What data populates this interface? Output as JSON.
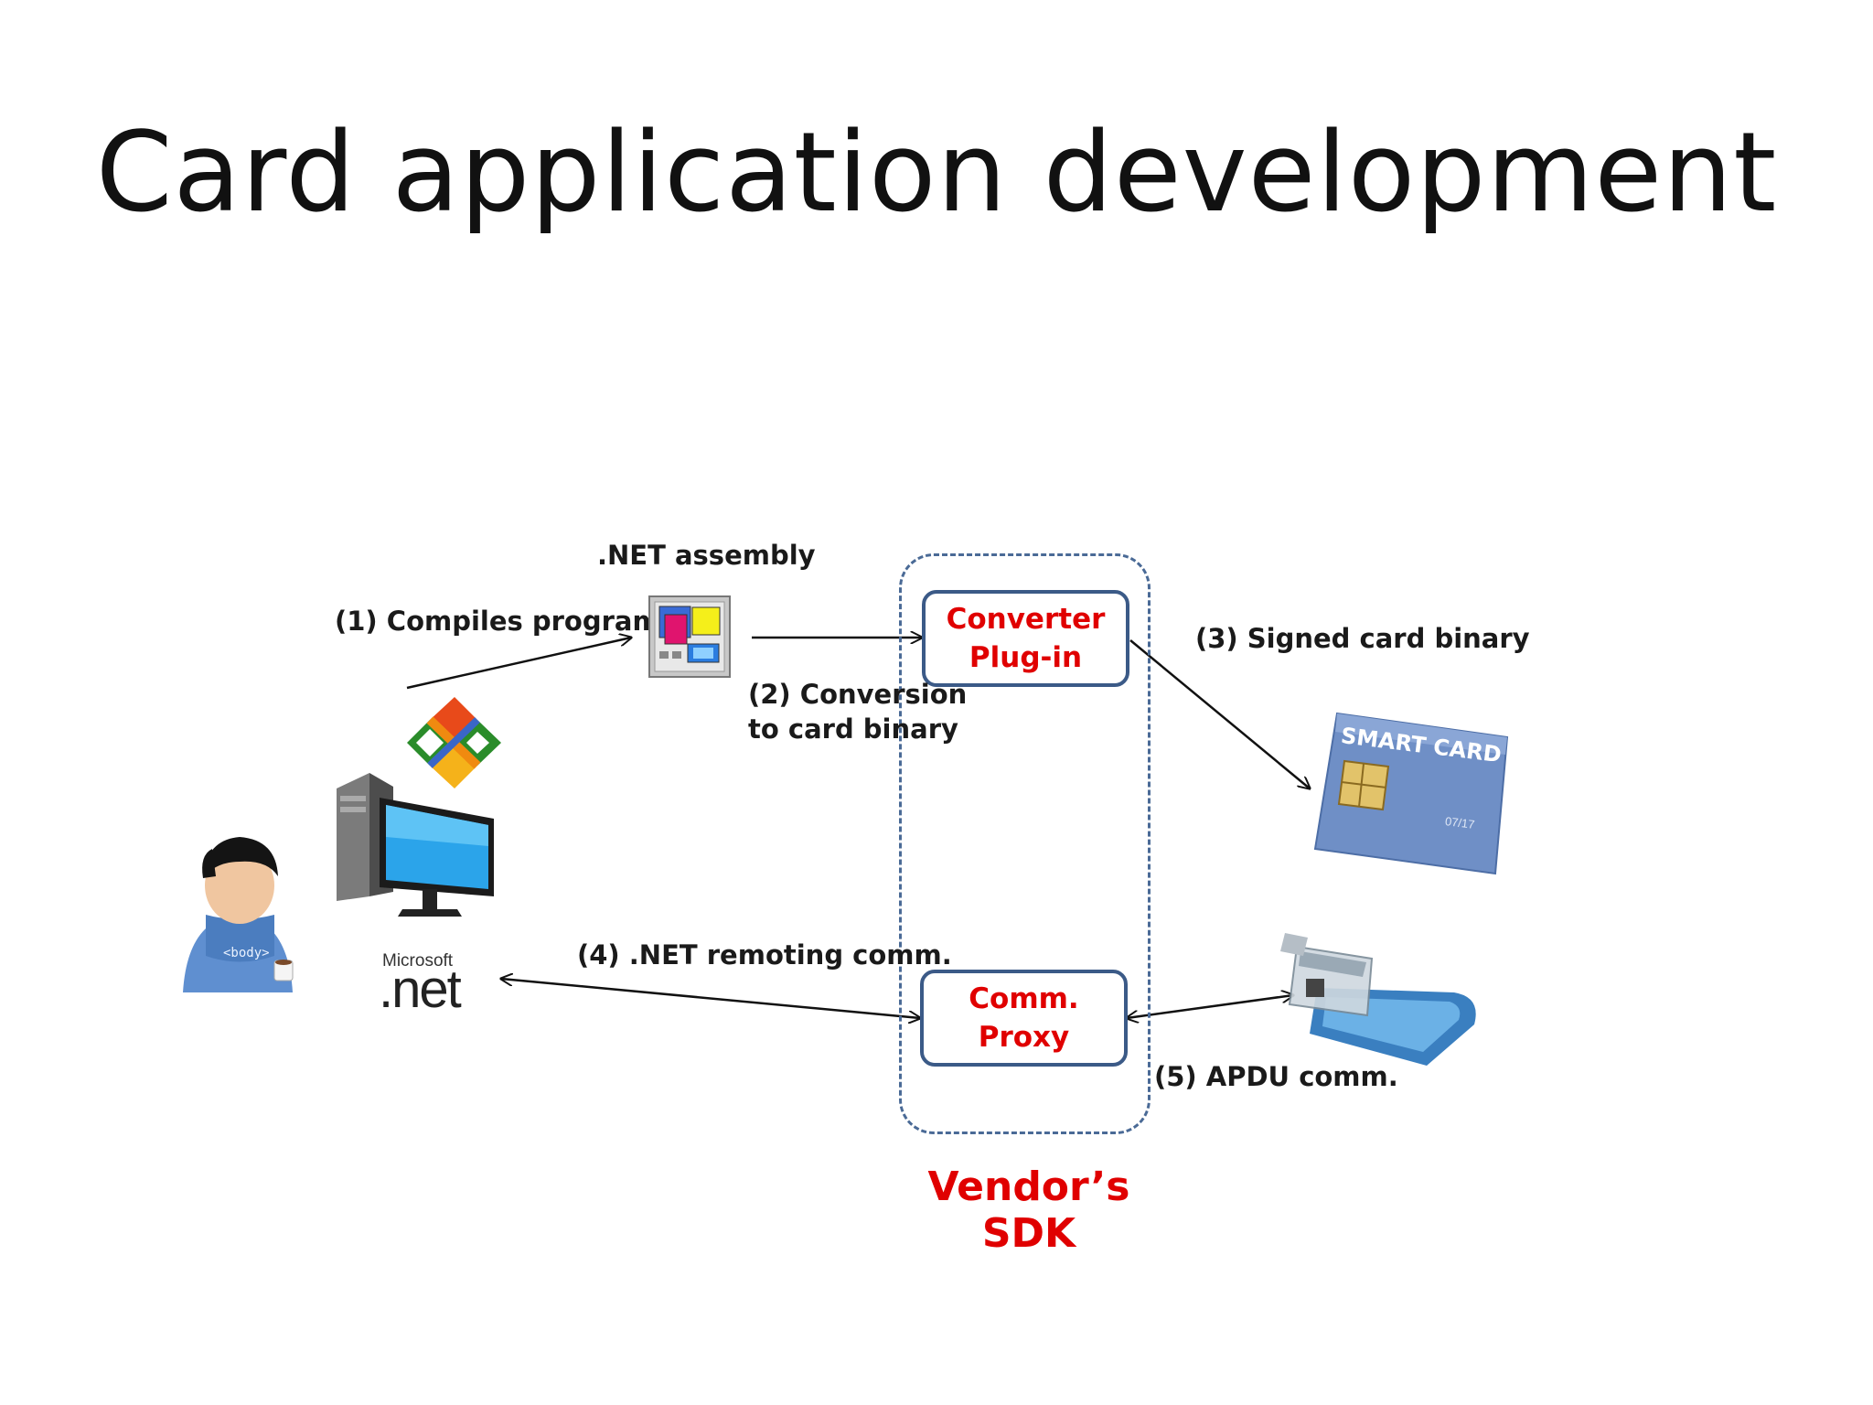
{
  "slide": {
    "title": "Card application development"
  },
  "labels": {
    "net_assembly": ".NET assembly",
    "step1": "(1) Compiles program",
    "step2_line1": "(2) Conversion",
    "step2_line2": "to card binary",
    "step3": "(3) Signed card binary",
    "step4": "(4) .NET remoting comm.",
    "step5": "(5) APDU comm."
  },
  "boxes": {
    "converter_line1": "Converter",
    "converter_line2": "Plug-in",
    "proxy_line1": "Comm.",
    "proxy_line2": "Proxy"
  },
  "sdk": {
    "label": "Vendor’s SDK"
  },
  "images": {
    "developer_shirt": "<body>",
    "dotnet_small": "Microsoft",
    "dotnet_big": ".net",
    "smart_card": "SMART CARD",
    "card_date": "07/17"
  },
  "colors": {
    "accent_red": "#e00000",
    "box_border": "#3b5a87",
    "card_blue": "#6f8fc6"
  }
}
